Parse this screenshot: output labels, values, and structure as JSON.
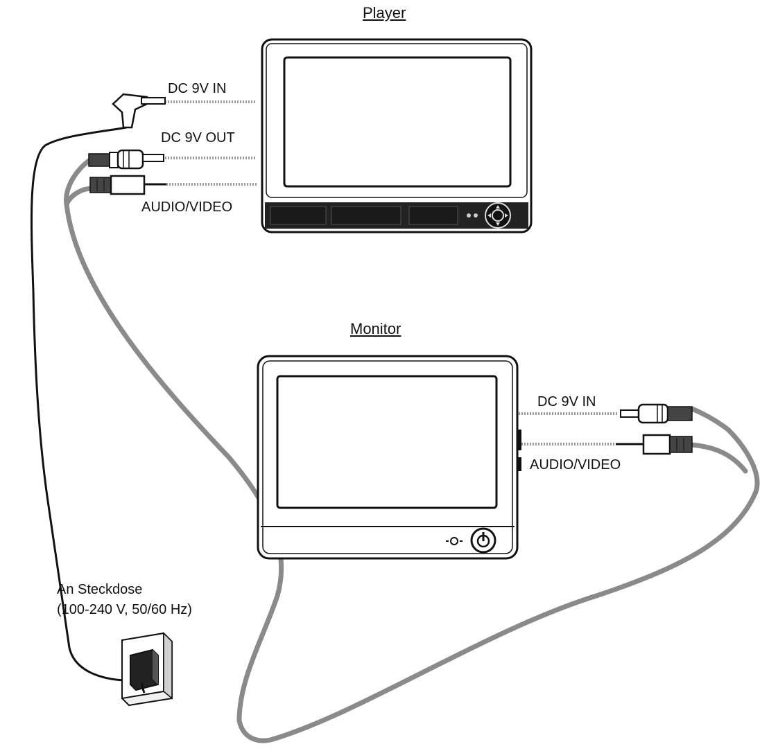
{
  "titles": {
    "player": "Player",
    "monitor": "Monitor"
  },
  "player_labels": {
    "dc_in": "DC 9V IN",
    "dc_out": "DC 9V OUT",
    "av": "AUDIO/VIDEO"
  },
  "monitor_labels": {
    "dc_in": "DC 9V IN",
    "av": "AUDIO/VIDEO"
  },
  "power_supply": {
    "line1": "An Steckdose",
    "line2": "(100-240 V, 50/60 Hz)"
  },
  "icons": {
    "player_device": "portable-dvd-player-icon",
    "monitor_device": "monitor-icon",
    "power_adapter": "wall-socket-adapter-icon",
    "plugs": "barrel-plug-icon"
  },
  "colors": {
    "line": "#111111",
    "cable_gray": "#8a8a8a",
    "device_fill": "#ffffff"
  }
}
